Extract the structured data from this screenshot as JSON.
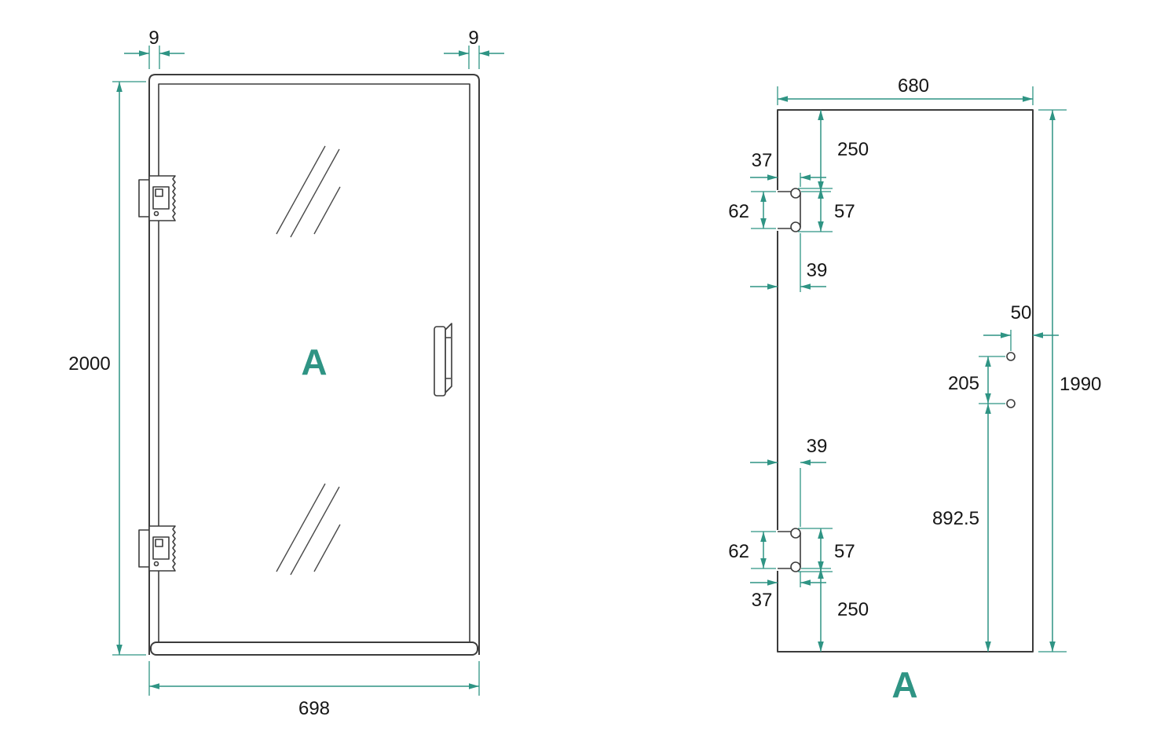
{
  "front": {
    "label": "A",
    "dim_top_left": "9",
    "dim_top_right": "9",
    "dim_height": "2000",
    "dim_width": "698"
  },
  "glass": {
    "label": "A",
    "dim_width": "680",
    "dim_height": "1990",
    "dim_top_hinge_from_top": "250",
    "dim_top_hinge_depth": "37",
    "dim_top_hinge_slot": "62",
    "dim_top_hinge_overall": "57",
    "dim_top_hinge_offset": "39",
    "dim_handle_edge": "50",
    "dim_handle_spacing": "205",
    "dim_handle_bottom": "892.5",
    "dim_bottom_hinge_offset": "39",
    "dim_bottom_hinge_slot": "62",
    "dim_bottom_hinge_overall": "57",
    "dim_bottom_hinge_depth": "37",
    "dim_bottom_hinge_from_bottom": "250"
  },
  "colors": {
    "accent": "#2F9484",
    "line": "#3C3C3C",
    "text": "#161616"
  }
}
